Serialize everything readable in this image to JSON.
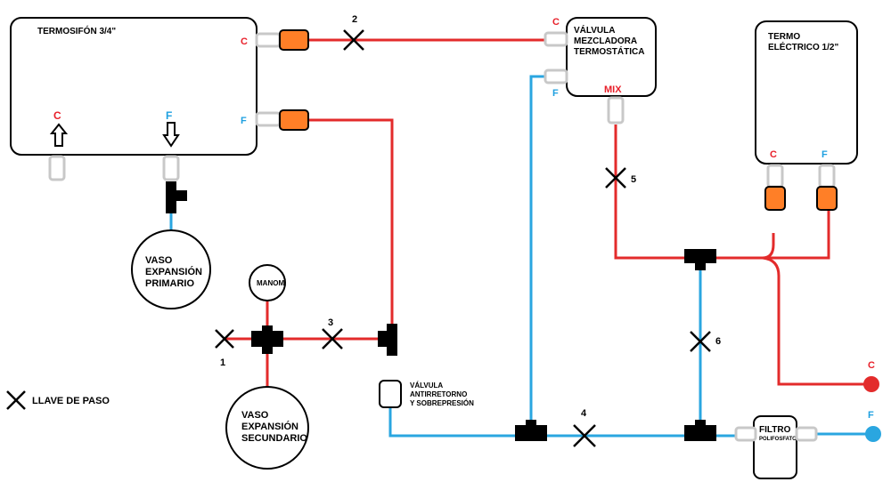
{
  "colors": {
    "hot": "#e32b2b",
    "cold": "#2aa6e0",
    "fitting": "#ff7f27",
    "connector_border": "#c8c8c8",
    "hot_label": "#e8202a",
    "cold_label": "#1ea0e0"
  },
  "thermosiphon": {
    "title": "TERMOSIFÓN 3/4\"",
    "hot_letter": "C",
    "cold_letter": "F",
    "out_hot": "C",
    "in_cold": "F"
  },
  "mixing_valve": {
    "line1": "VÁLVULA",
    "line2": "MEZCLADORA",
    "line3": "TERMOSTÁTICA",
    "hot_in": "C",
    "cold_in": "F",
    "mix": "MIX"
  },
  "electric_heater": {
    "line1": "TERMO",
    "line2": "ELÉCTRICO 1/2\"",
    "hot": "C",
    "cold": "F"
  },
  "primary_tank": {
    "line1": "VASO",
    "line2": "EXPANSIÓN",
    "line3": "PRIMARIO"
  },
  "secondary_tank": {
    "line1": "VASO",
    "line2": "EXPANSIÓN",
    "line3": "SECUNDARIO"
  },
  "manometer": {
    "label": "MANOM."
  },
  "check_valve": {
    "line1": "VÁLVULA",
    "line2": "ANTIRRETORNO",
    "line3": "Y SOBREPRESIÓN"
  },
  "filter": {
    "line1": "FILTRO",
    "line2": "POLIFOSFATOS"
  },
  "valves": {
    "v1": "1",
    "v2": "2",
    "v3": "3",
    "v4": "4",
    "v5": "5",
    "v6": "6"
  },
  "outlets": {
    "hot": "C",
    "cold": "F"
  },
  "legend": {
    "label": "LLAVE DE PASO"
  }
}
